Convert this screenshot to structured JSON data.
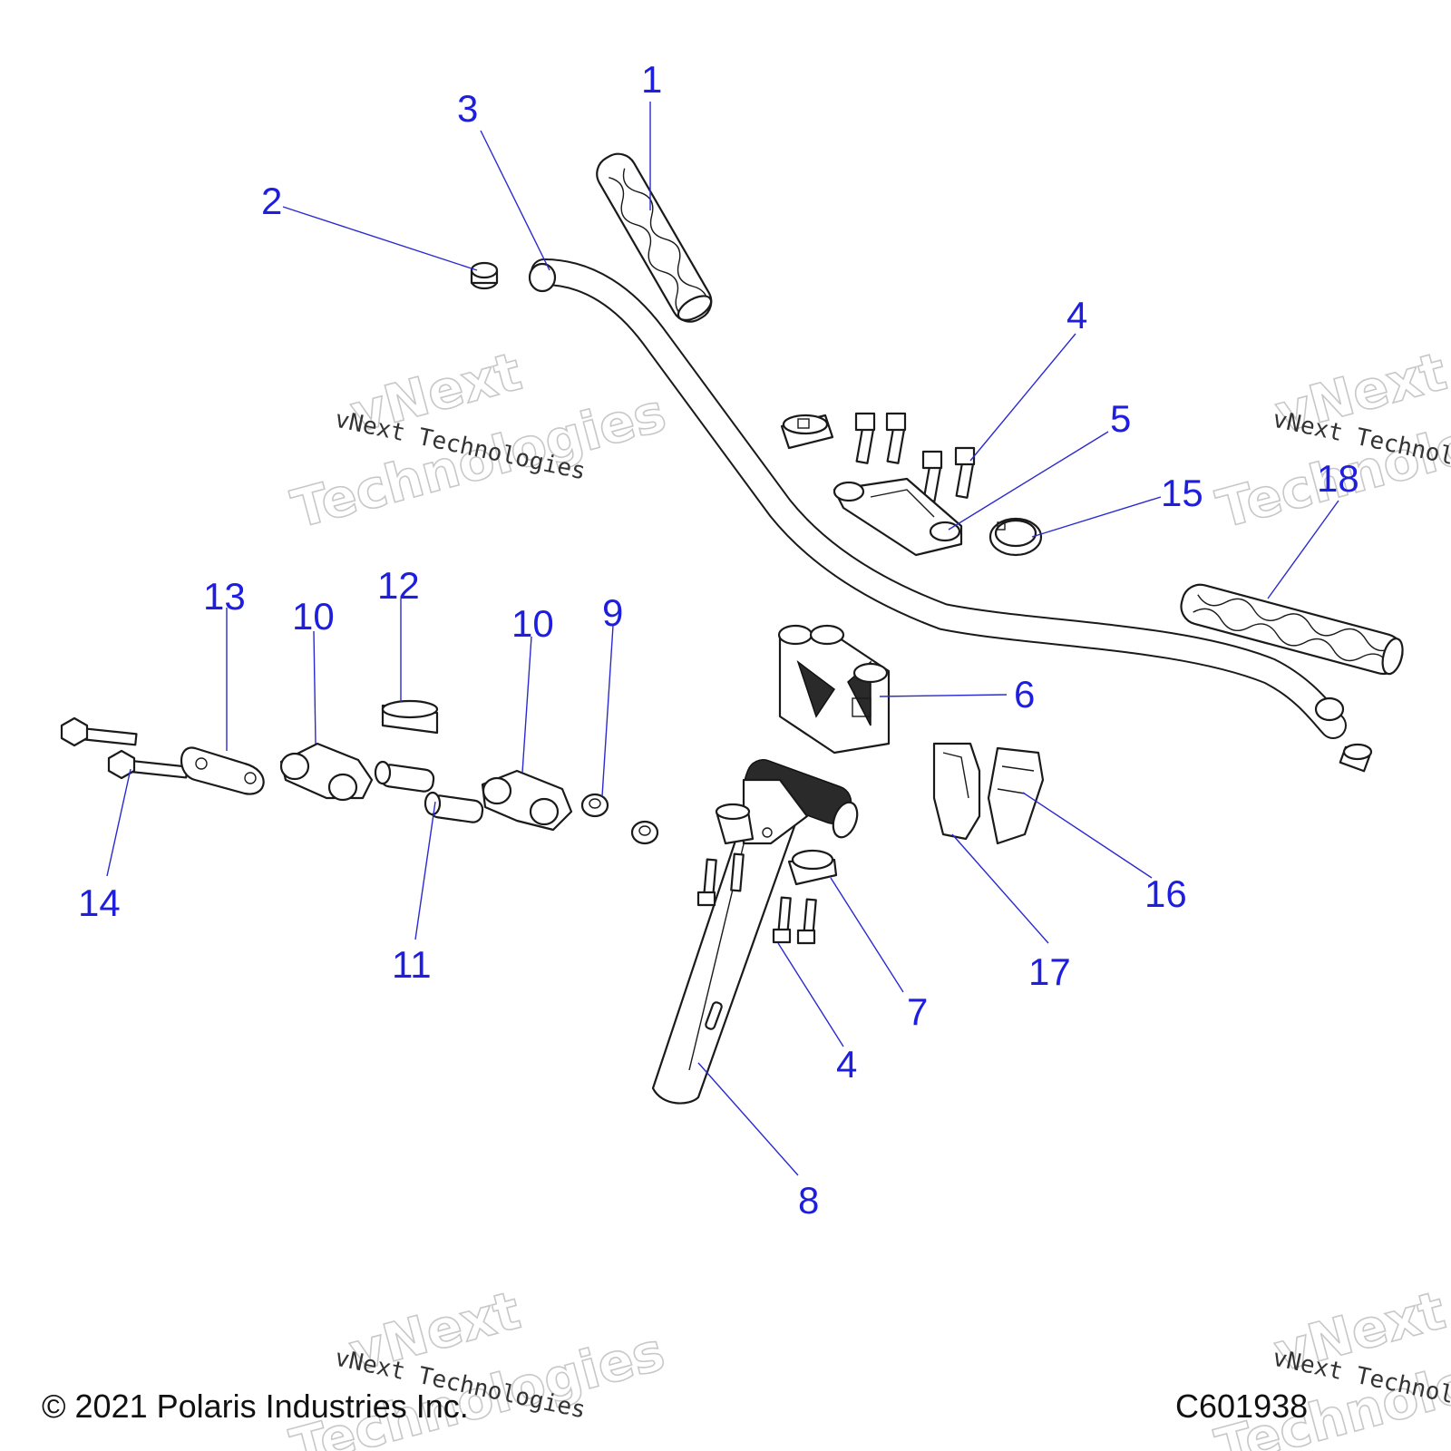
{
  "watermark": {
    "big_line1": "vNext",
    "big_line2": "Technologies",
    "small": "vNext Technologies"
  },
  "callouts": {
    "c1": "1",
    "c2": "2",
    "c3": "3",
    "c4a": "4",
    "c4b": "4",
    "c5": "5",
    "c6": "6",
    "c7": "7",
    "c8": "8",
    "c9": "9",
    "c10a": "10",
    "c10b": "10",
    "c11": "11",
    "c12": "12",
    "c13": "13",
    "c14": "14",
    "c15": "15",
    "c16": "16",
    "c17": "17",
    "c18": "18"
  },
  "footer": {
    "copyright": "© 2021 Polaris Industries Inc.",
    "drawing_id": "C601938"
  },
  "colors": {
    "callout": "#1e1ee0",
    "line": "#1a1a1a"
  }
}
